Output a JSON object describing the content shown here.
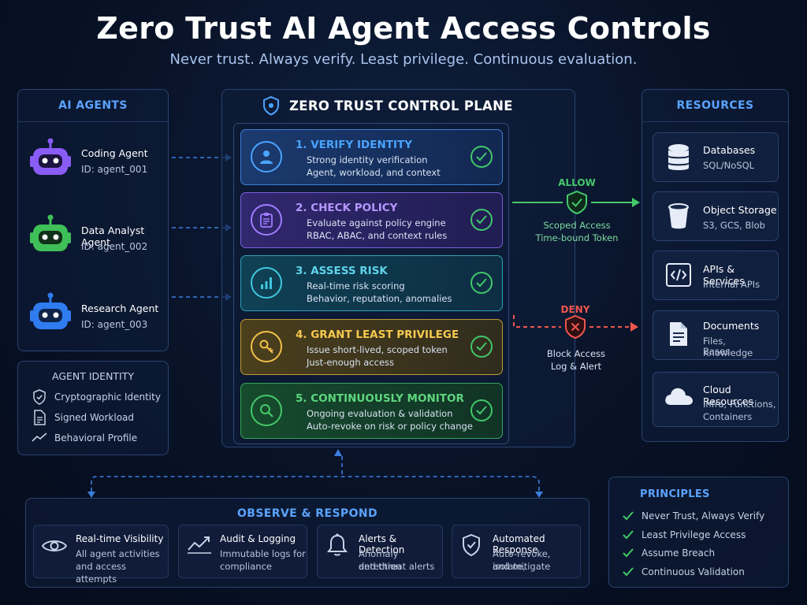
{
  "header": {
    "title": "Zero Trust AI Agent Access Controls",
    "subtitle": "Never trust. Always verify. Least privilege. Continuous evaluation."
  },
  "agents": {
    "heading": "AI AGENTS",
    "items": [
      {
        "name": "Coding Agent",
        "id": "ID: agent_001",
        "color": "#8a5cf6"
      },
      {
        "name": "Data Analyst Agent",
        "id": "ID: agent_002",
        "color": "#3fbf57"
      },
      {
        "name": "Research Agent",
        "id": "ID: agent_003",
        "color": "#2f7cf0"
      }
    ]
  },
  "identity": {
    "heading": "AGENT IDENTITY",
    "items": [
      {
        "label": "Cryptographic Identity",
        "icon": "shield-icon"
      },
      {
        "label": "Signed Workload",
        "icon": "document-signed-icon"
      },
      {
        "label": "Behavioral Profile",
        "icon": "trend-line-icon"
      }
    ]
  },
  "control_plane": {
    "heading": "ZERO TRUST CONTROL PLANE",
    "steps": [
      {
        "title": "1. VERIFY IDENTITY",
        "line1": "Strong identity verification",
        "line2": "Agent, workload, and context",
        "color": "#4aa3ff",
        "icon": "user-icon"
      },
      {
        "title": "2. CHECK POLICY",
        "line1": "Evaluate against policy engine",
        "line2": "RBAC, ABAC, and context rules",
        "color": "#a07cff",
        "icon": "clipboard-icon"
      },
      {
        "title": "3. ASSESS RISK",
        "line1": "Real-time risk scoring",
        "line2": "Behavior, reputation, anomalies",
        "color": "#3fc8e0",
        "icon": "bar-chart-icon"
      },
      {
        "title": "4. GRANT LEAST PRIVILEGE",
        "line1": "Issue short-lived, scoped token",
        "line2": "Just-enough access",
        "color": "#f2c14a",
        "icon": "key-icon"
      },
      {
        "title": "5. CONTINUOUSLY MONITOR",
        "line1": "Ongoing evaluation & validation",
        "line2": "Auto-revoke on risk or policy change",
        "color": "#45c86a",
        "icon": "magnifier-icon"
      }
    ]
  },
  "decisions": {
    "allow": {
      "label": "ALLOW",
      "line1": "Scoped Access",
      "line2": "Time-bound Token",
      "color": "#45c86a"
    },
    "deny": {
      "label": "DENY",
      "line1": "Block Access",
      "line2": "Log & Alert",
      "color": "#f0564e"
    }
  },
  "resources": {
    "heading": "RESOURCES",
    "items": [
      {
        "name": "Databases",
        "desc1": "SQL/NoSQL",
        "desc2": "",
        "icon": "database-icon"
      },
      {
        "name": "Object Storage",
        "desc1": "S3, GCS, Blob",
        "desc2": "",
        "icon": "bucket-icon"
      },
      {
        "name": "APIs & Services",
        "desc1": "Internal APIs",
        "desc2": "",
        "icon": "code-icon"
      },
      {
        "name": "Documents",
        "desc1": "Files, Knowledge",
        "desc2": "Bases",
        "icon": "document-icon"
      },
      {
        "name": "Cloud Resources",
        "desc1": "Infra, Functions,",
        "desc2": "Containers",
        "icon": "cloud-icon"
      }
    ]
  },
  "observe": {
    "heading": "OBSERVE & RESPOND",
    "items": [
      {
        "title": "Real-time Visibility",
        "line1": "All agent activities",
        "line2": "and access attempts",
        "icon": "eye-icon"
      },
      {
        "title": "Audit & Logging",
        "line1": "Immutable logs for",
        "line2": "compliance",
        "icon": "trend-line-icon"
      },
      {
        "title": "Alerts & Detection",
        "line1": "Anomaly detection",
        "line2": "and threat alerts",
        "icon": "bell-icon"
      },
      {
        "title": "Automated Response",
        "line1": "Auto-revoke, isolate,",
        "line2": "and mitigate",
        "icon": "shield-check-icon"
      }
    ]
  },
  "principles": {
    "heading": "PRINCIPLES",
    "items": [
      "Never Trust, Always Verify",
      "Least Privilege Access",
      "Assume Breach",
      "Continuous Validation"
    ]
  }
}
